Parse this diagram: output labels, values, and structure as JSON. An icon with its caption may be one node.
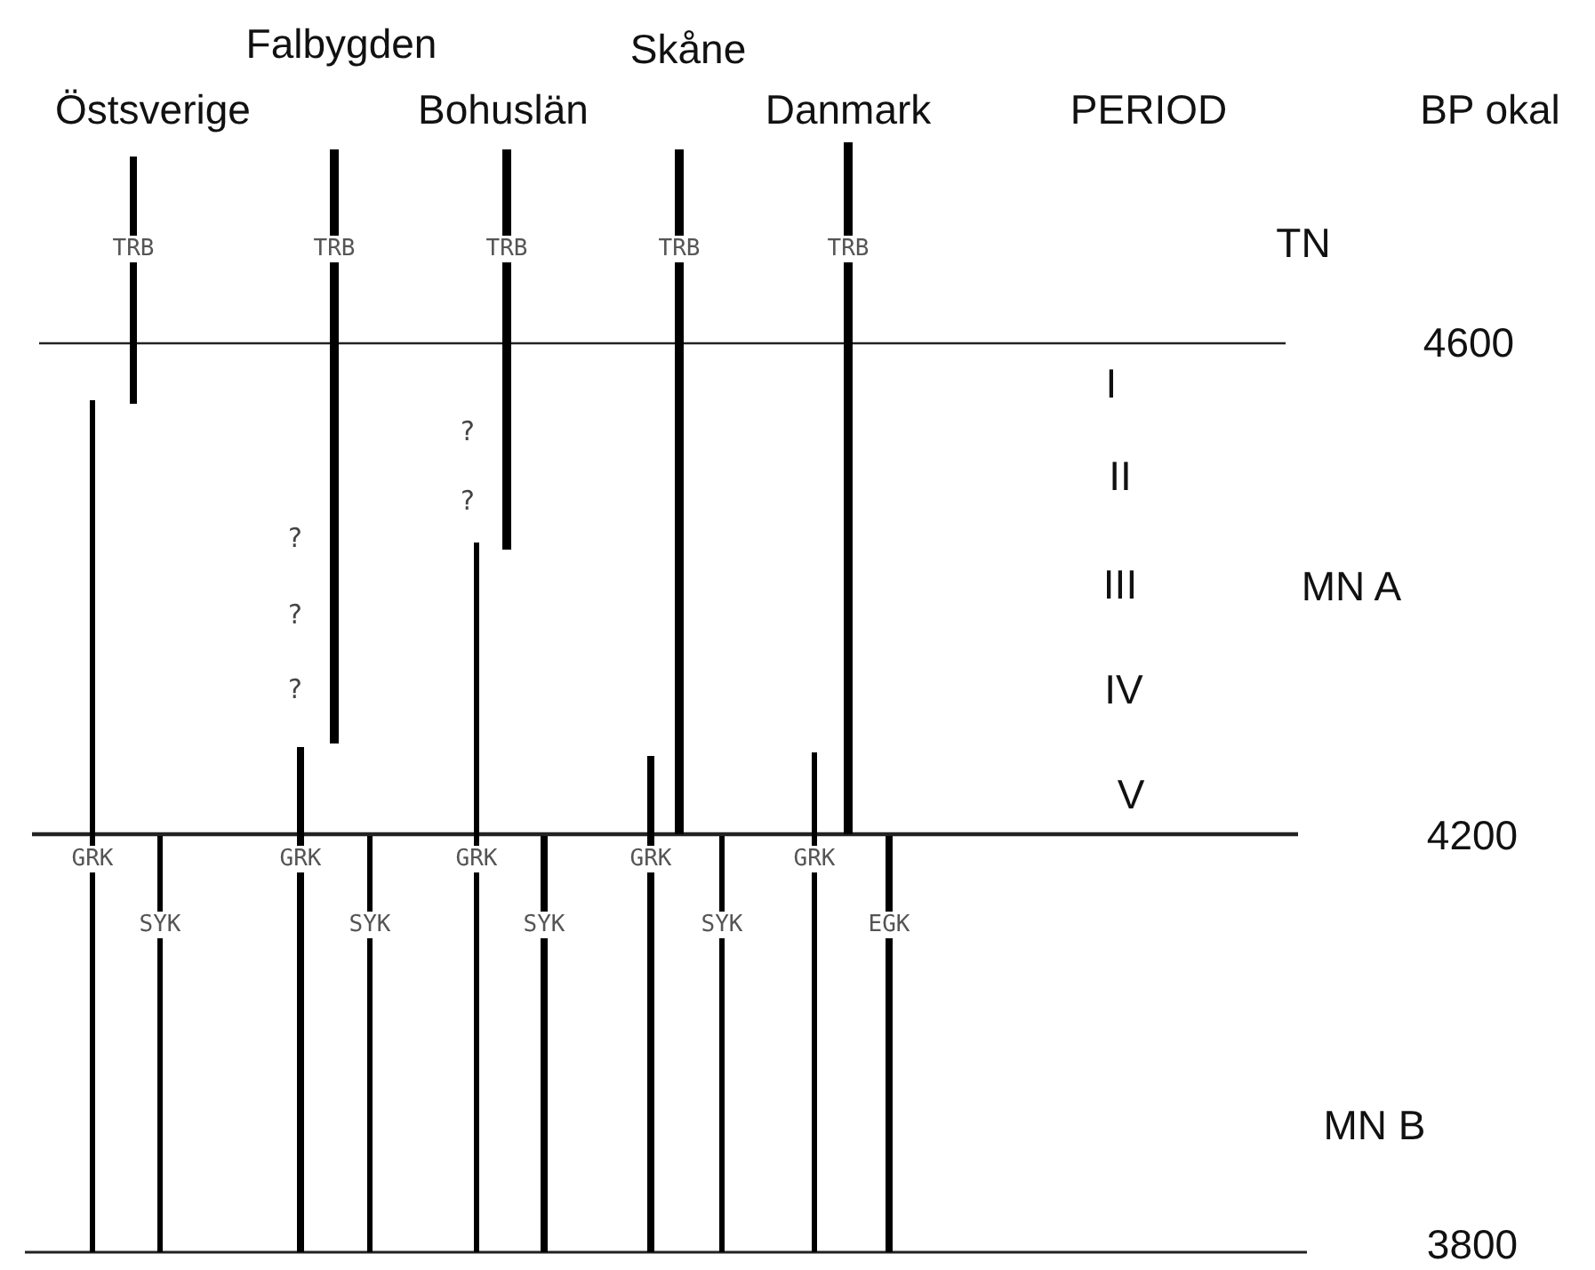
{
  "diagram": {
    "labels": [
      "Falbygden",
      "Skåne",
      "Östsverige",
      "Bohuslän",
      "Danmark",
      "PERIOD",
      "BP okal",
      "TRB",
      "TRB",
      "TRB",
      "TRB",
      "TRB",
      "TN",
      "4600",
      "I",
      "?",
      "II",
      "?",
      "?",
      "III",
      "MN A",
      "?",
      "?",
      "IV",
      "V",
      "4200",
      "GRK",
      "GRK",
      "GRK",
      "GRK",
      "GRK",
      "SYK",
      "SYK",
      "SYK",
      "SYK",
      "EGK",
      "MN B",
      "3800"
    ]
  }
}
